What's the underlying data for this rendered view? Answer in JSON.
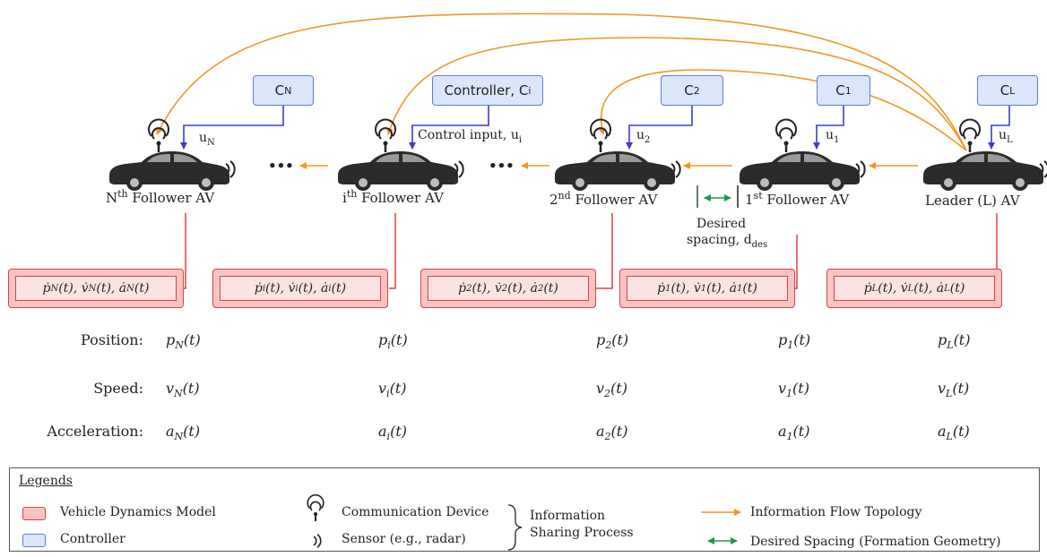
{
  "vehicles": [
    {
      "id": "N",
      "label_sup": "th",
      "label_prefix": "N",
      "label_rest": " Follower AV",
      "controller": "C_N",
      "ctrl_sub": "N",
      "ctrl_main": "C",
      "input_main": "u",
      "input_sub": "N",
      "dyn_text": "ṗ_N(t), v̇_N(t), ȧ_N(t)",
      "position": "p_N(t)",
      "speed": "v_N(t)",
      "accel": "a_N(t)"
    },
    {
      "id": "i",
      "label_sup": "th",
      "label_prefix": "i",
      "label_rest": " Follower AV",
      "ctrl_main": "Controller, C",
      "ctrl_sub": "i",
      "input_main": "Control input, u",
      "input_sub": "i",
      "dyn_text": "ṗ_i(t), v̇_i(t), ȧ_i(t)",
      "position": "p_i(t)",
      "speed": "v_i(t)",
      "accel": "a_i(t)"
    },
    {
      "id": "2",
      "label_sup": "nd",
      "label_prefix": "2",
      "label_rest": " Follower AV",
      "ctrl_main": "C",
      "ctrl_sub": "2",
      "input_main": "u",
      "input_sub": "2",
      "dyn_text": "ṗ_2(t), v̇_2(t), ȧ_2(t)",
      "position": "p_2(t)",
      "speed": "v_2(t)",
      "accel": "a_2(t)"
    },
    {
      "id": "1",
      "label_sup": "st",
      "label_prefix": "1",
      "label_rest": " Follower AV",
      "ctrl_main": "C",
      "ctrl_sub": "1",
      "input_main": "u",
      "input_sub": "1",
      "dyn_text": "ṗ_1(t), v̇_1(t), ȧ_1(t)",
      "position": "p_1(t)",
      "speed": "v_1(t)",
      "accel": "a_1(t)"
    },
    {
      "id": "L",
      "label_full": "Leader (L) AV",
      "ctrl_main": "C",
      "ctrl_sub": "L",
      "input_main": "u",
      "input_sub": "L",
      "dyn_text": "ṗ_L(t), v̇_L(t), ȧ_L(t)",
      "position": "p_L(t)",
      "speed": "v_L(t)",
      "accel": "a_L(t)"
    }
  ],
  "dyn_sub": [
    "N",
    "i",
    "2",
    "1",
    "L"
  ],
  "spacing_label_line1": "Desired",
  "spacing_label_line2": "spacing, d",
  "spacing_label_sub": "des",
  "dots": "•••",
  "row_heads": {
    "position": "Position:",
    "speed": "Speed:",
    "acceleration": "Acceleration:"
  },
  "legend": {
    "title": "Legends",
    "vehicle_dynamics": "Vehicle Dynamics Model",
    "controller": "Controller",
    "comm_device": "Communication Device",
    "sensor": "Sensor (e.g., radar)",
    "info_sharing_1": "Information",
    "info_sharing_2": "Sharing Process",
    "info_flow": "Information Flow Topology",
    "desired_spacing": "Desired Spacing (Formation Geometry)"
  },
  "colors": {
    "orange": "#f29624",
    "blue": "#3b3bd9",
    "green": "#1a9a4a",
    "red": "#e04040",
    "ctrl_fill": "#dbe6fb",
    "dyn_fill": "#f7c4c4"
  }
}
